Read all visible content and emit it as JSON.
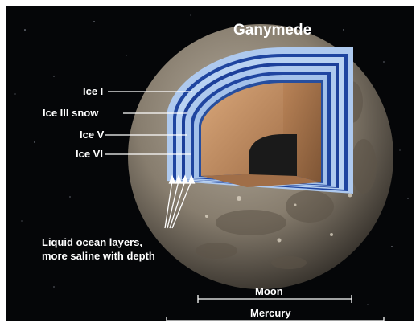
{
  "title": "Ganymede",
  "layers": [
    {
      "label": "Ice I"
    },
    {
      "label": "Ice III snow"
    },
    {
      "label": "Ice V"
    },
    {
      "label": "Ice VI"
    }
  ],
  "ocean_note": {
    "line1": "Liquid ocean layers,",
    "line2": "more saline with depth"
  },
  "scale_bars": [
    {
      "label": "Moon"
    },
    {
      "label": "Mercury"
    }
  ],
  "colors": {
    "background": "#050608",
    "ice": "#aec9ee",
    "ocean": "#1c3f9a",
    "mantle": "#c89468",
    "core": "#1a1a1a",
    "surface": "#8c8274"
  }
}
